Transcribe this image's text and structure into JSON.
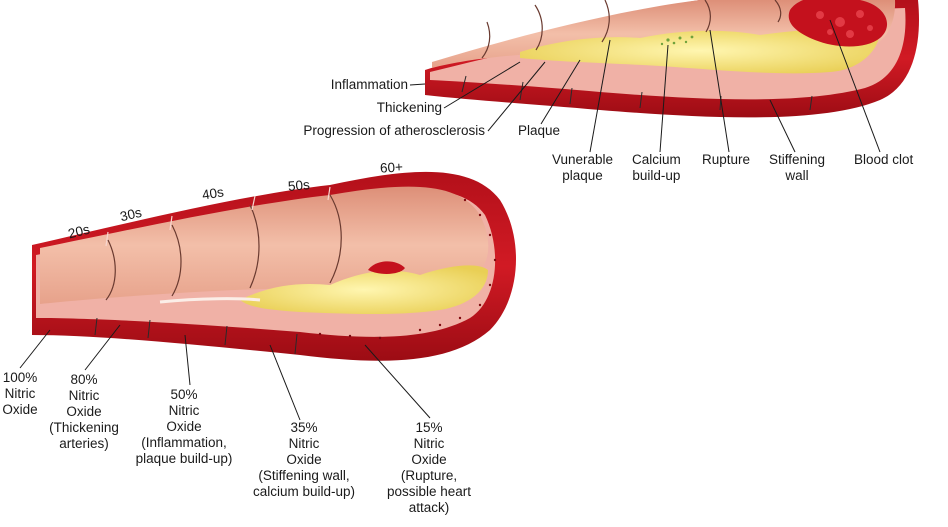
{
  "top_diagram": {
    "left_labels": [
      "Inflammation",
      "Thickening",
      "Progression of atherosclerosis"
    ],
    "bottom_labels": [
      {
        "lines": [
          "Plaque"
        ]
      },
      {
        "lines": [
          "Vunerable",
          "plaque"
        ]
      },
      {
        "lines": [
          "Calcium",
          "build-up"
        ]
      },
      {
        "lines": [
          "Rupture"
        ]
      },
      {
        "lines": [
          "Stiffening",
          "wall"
        ]
      },
      {
        "lines": [
          "Blood clot"
        ]
      }
    ]
  },
  "bottom_diagram": {
    "ages": [
      "20s",
      "30s",
      "40s",
      "50s",
      "60+"
    ],
    "nitric_labels": [
      {
        "lines": [
          "100%",
          "Nitric",
          "Oxide"
        ]
      },
      {
        "lines": [
          "80%",
          "Nitric",
          "Oxide",
          "(Thickening",
          "arteries)"
        ]
      },
      {
        "lines": [
          "50%",
          "Nitric",
          "Oxide",
          "(Inflammation,",
          "plaque build-up)"
        ]
      },
      {
        "lines": [
          "35%",
          "Nitric",
          "Oxide",
          "(Stiffening wall,",
          "calcium build-up)"
        ]
      },
      {
        "lines": [
          "15%",
          "Nitric",
          "Oxide",
          "(Rupture,",
          "possible heart",
          "attack)"
        ]
      }
    ]
  },
  "colors": {
    "wall_outer": "#c8141e",
    "wall_dark": "#a50d16",
    "lumen": "#e9a08a",
    "lumen_light": "#f6c9b4",
    "intima": "#f2b8b0",
    "plaque": "#f1e27a",
    "clot": "#c4111d"
  }
}
